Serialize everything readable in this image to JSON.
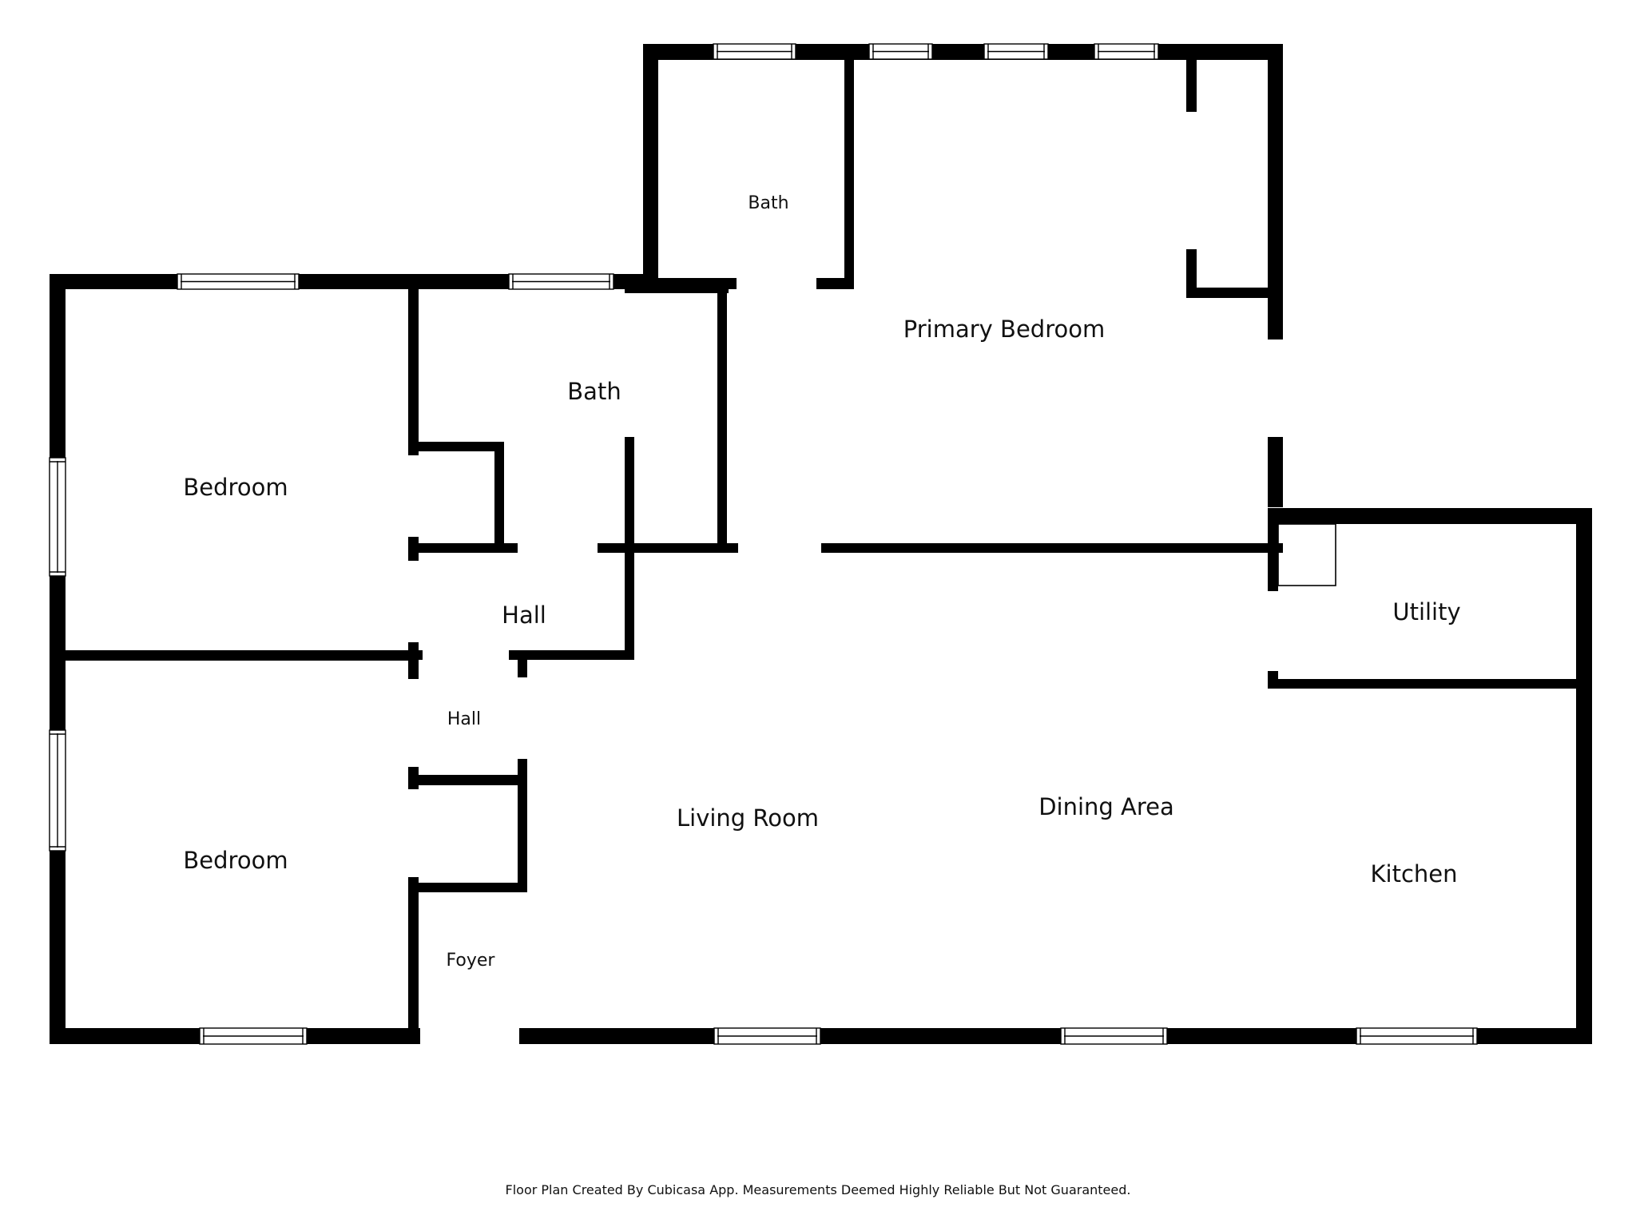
{
  "rooms": {
    "bath_top": "Bath",
    "primary_bedroom": "Primary Bedroom",
    "bedroom_top": "Bedroom",
    "bath_mid": "Bath",
    "hall_upper": "Hall",
    "hall_lower": "Hall",
    "utility": "Utility",
    "living_room": "Living Room",
    "dining_area": "Dining Area",
    "kitchen": "Kitchen",
    "bedroom_bottom": "Bedroom",
    "foyer": "Foyer"
  },
  "footer": {
    "credit": "Floor Plan Created By Cubicasa App. Measurements Deemed Highly Reliable But Not Guaranteed."
  }
}
